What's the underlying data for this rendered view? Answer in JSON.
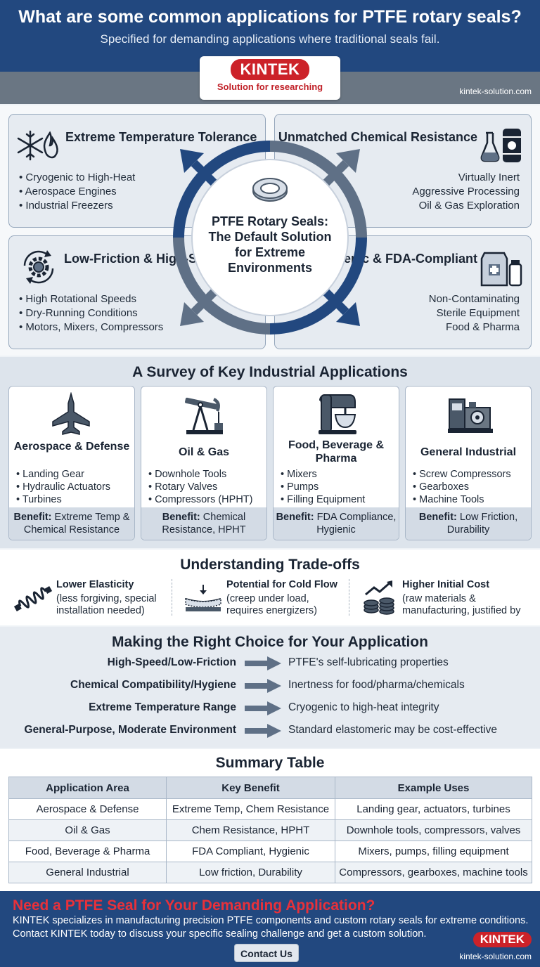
{
  "header": {
    "title": "What are some common applications for PTFE rotary seals?",
    "subtitle": "Specified for demanding applications where traditional seals fail.",
    "logo": "KINTEK",
    "logo_tagline": "Solution for researching",
    "site": "kintek-solution.com"
  },
  "center": {
    "text": "PTFE Rotary Seals: The Default Solution for Extreme Environments"
  },
  "quadrants": [
    {
      "title": "Extreme Temperature Tolerance",
      "items": [
        "Cryogenic to High-Heat",
        "Aerospace Engines",
        "Industrial Freezers"
      ],
      "icon": "snowflake-flame-icon"
    },
    {
      "title": "Unmatched Chemical Resistance",
      "items": [
        "Virtually Inert",
        "Aggressive Processing",
        "Oil & Gas Exploration"
      ],
      "icon": "flask-barrel-icon"
    },
    {
      "title": "Low-Friction & High-Speed",
      "items": [
        "High Rotational Speeds",
        "Dry-Running Conditions",
        "Motors, Mixers, Compressors"
      ],
      "icon": "rotating-gear-icon"
    },
    {
      "title": "Hygienic & FDA-Compliant",
      "items": [
        "Non-Contaminating",
        "Sterile Equipment",
        "Food & Pharma"
      ],
      "icon": "medical-container-icon"
    }
  ],
  "survey": {
    "title": "A Survey of Key Industrial Applications",
    "benefit_label": "Benefit:",
    "cards": [
      {
        "title": "Aerospace & Defense",
        "items": [
          "Landing Gear",
          "Hydraulic Actuators",
          "Turbines"
        ],
        "benefit": "Extreme Temp & Chemical Resistance",
        "icon": "jet-fighter-icon"
      },
      {
        "title": "Oil & Gas",
        "items": [
          "Downhole Tools",
          "Rotary Valves",
          "Compressors (HPHT)"
        ],
        "benefit": "Chemical Resistance, HPHT",
        "icon": "oil-pump-jack-icon"
      },
      {
        "title": "Food, Beverage & Pharma",
        "items": [
          "Mixers",
          "Pumps",
          "Filling Equipment"
        ],
        "benefit": "FDA Compliance, Hygienic",
        "icon": "stand-mixer-icon"
      },
      {
        "title": "General Industrial",
        "items": [
          "Screw Compressors",
          "Gearboxes",
          "Machine Tools"
        ],
        "benefit": "Low Friction, Durability",
        "icon": "industrial-machine-icon"
      }
    ]
  },
  "tradeoffs": {
    "title": "Understanding Trade-offs",
    "items": [
      {
        "title": "Lower Elasticity",
        "desc1": "(less forgiving, special",
        "desc2": "installation needed)",
        "icon": "spring-icon"
      },
      {
        "title": "Potential for Cold Flow",
        "desc1": "(creep under load,",
        "desc2": "requires energizers)",
        "icon": "compression-icon"
      },
      {
        "title": "Higher Initial Cost",
        "desc1": "(raw materials &",
        "desc2": "manufacturing, justified by",
        "icon": "coins-chart-icon"
      }
    ]
  },
  "choice": {
    "title": "Making the Right Choice for Your Application",
    "rows": [
      {
        "need": "High-Speed/Low-Friction",
        "answer": "PTFE's self-lubricating properties"
      },
      {
        "need": "Chemical Compatibility/Hygiene",
        "answer": "Inertness for food/pharma/chemicals"
      },
      {
        "need": "Extreme Temperature Range",
        "answer": "Cryogenic to high-heat integrity"
      },
      {
        "need": "General-Purpose, Moderate Environment",
        "answer": "Standard elastomeric may be cost-effective"
      }
    ]
  },
  "summary": {
    "title": "Summary Table",
    "headers": [
      "Application Area",
      "Key Benefit",
      "Example Uses"
    ],
    "rows": [
      [
        "Aerospace & Defense",
        "Extreme Temp, Chem Resistance",
        "Landing gear, actuators, turbines"
      ],
      [
        "Oil & Gas",
        "Chem Resistance, HPHT",
        "Downhole tools, compressors, valves"
      ],
      [
        "Food, Beverage & Pharma",
        "FDA Compliant, Hygienic",
        "Mixers, pumps, filling equipment"
      ],
      [
        "General Industrial",
        "Low friction, Durability",
        "Compressors, gearboxes, machine tools"
      ]
    ]
  },
  "cta": {
    "title": "Need a PTFE Seal for Your Demanding Application?",
    "line1": "KINTEK specializes in manufacturing precision PTFE components and custom rotary seals for extreme conditions.",
    "line2": "Contact KINTEK today to discuss your specific sealing challenge and get a custom solution.",
    "button": "Contact Us",
    "logo": "KINTEK",
    "site": "kintek-solution.com"
  },
  "colors": {
    "navy": "#22487f",
    "brand_red": "#cc2229",
    "slate": "#6a7683",
    "arrow_gray": "#5f7086"
  }
}
